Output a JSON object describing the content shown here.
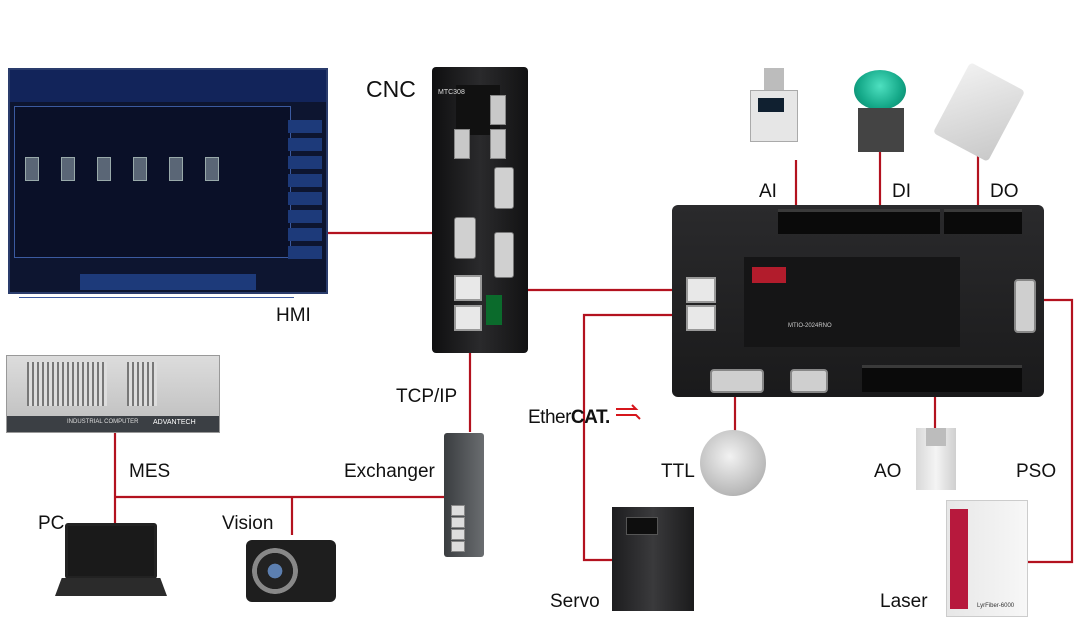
{
  "labels": {
    "cnc": "CNC",
    "hmi": "HMI",
    "ai": "AI",
    "di": "DI",
    "do": "DO",
    "tcpip": "TCP/IP",
    "mes": "MES",
    "exchanger": "Exchanger",
    "pc": "PC",
    "vision": "Vision",
    "ethercat_prefix": "Ether",
    "ethercat_suffix": "CAT.",
    "ttl": "TTL",
    "ao": "AO",
    "pso": "PSO",
    "servo": "Servo",
    "laser": "Laser"
  },
  "device_text": {
    "cnc_model": "MTC308",
    "controller_model": "MTIO-2024RNO",
    "ipc_brand": "ADVANTECH",
    "ipc_caption": "INDUSTRIAL COMPUTER",
    "laser_model": "LyrFiber-6000"
  },
  "colors": {
    "wire": "#b3121f",
    "ethercat_arrow": "#d6161c"
  }
}
